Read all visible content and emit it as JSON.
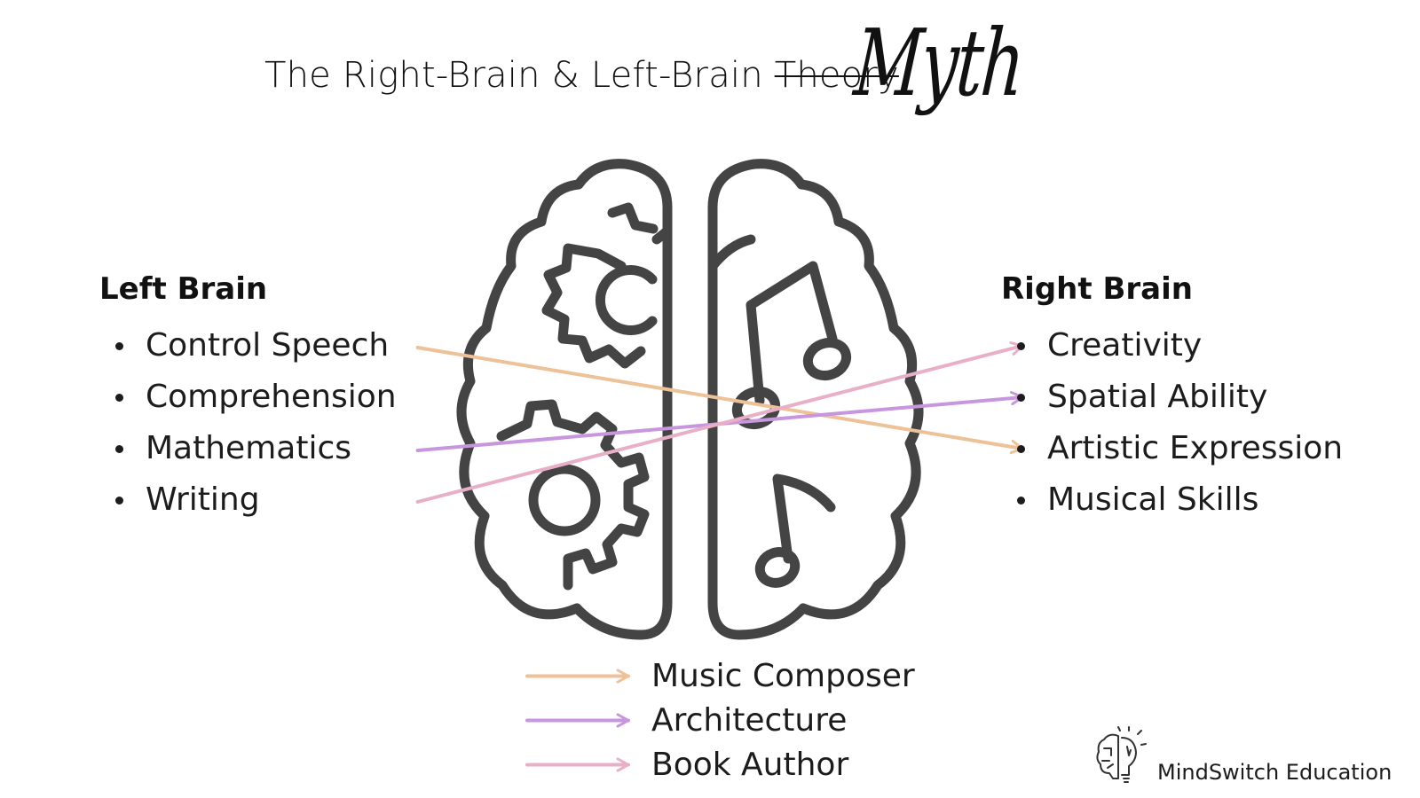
{
  "title": {
    "prefix": "The Right-Brain & Left-Brain ",
    "struck_word": "Theory",
    "replacement_word": "Myth"
  },
  "left_brain": {
    "heading": "Left Brain",
    "items": [
      "Control Speech",
      "Comprehension",
      "Mathematics",
      "Writing"
    ]
  },
  "right_brain": {
    "heading": "Right Brain",
    "items": [
      "Creativity",
      "Spatial Ability",
      "Artistic Expression",
      "Musical Skills"
    ]
  },
  "colors": {
    "outline": "#444444",
    "music_composer": "#EDC298",
    "architecture": "#C896DE",
    "book_author": "#E8AFC7"
  },
  "icons": {
    "left_half": "gears-icon",
    "right_half": "music-notes-icon",
    "brand": "brain-lightbulb-icon"
  },
  "legend": [
    {
      "label": "Music Composer",
      "color": "#EDC298"
    },
    {
      "label": "Architecture",
      "color": "#C896DE"
    },
    {
      "label": "Book Author",
      "color": "#E8AFC7"
    }
  ],
  "connections": [
    {
      "from": "Control Speech",
      "to": "Artistic Expression",
      "profession": "Music Composer"
    },
    {
      "from": "Mathematics",
      "to": "Spatial Ability",
      "profession": "Architecture"
    },
    {
      "from": "Writing",
      "to": "Creativity",
      "profession": "Book Author"
    }
  ],
  "brand": {
    "name": "MindSwitch Education"
  }
}
